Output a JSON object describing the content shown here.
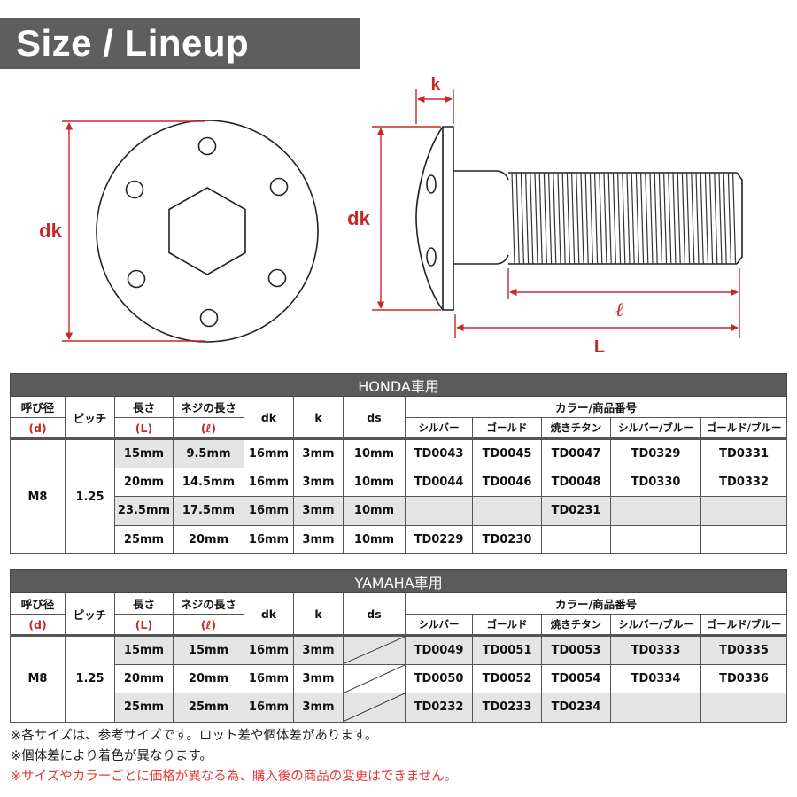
{
  "banner": {
    "title": "Size / Lineup"
  },
  "diagram": {
    "front_label_dk": "dk",
    "side_label_k": "k",
    "side_label_dk": "dk",
    "side_label_ell": "ℓ",
    "side_label_L": "L",
    "dimension_color": "#c62828"
  },
  "tables": [
    {
      "title": "HONDA車用",
      "headers": {
        "nominal": "呼び径",
        "nominal_sub": "(d)",
        "pitch": "ピッチ",
        "length": "長さ",
        "length_sub": "(L)",
        "thread": "ネジの長さ",
        "thread_sub": "(ℓ)",
        "dk": "dk",
        "k": "k",
        "ds": "ds",
        "color_group": "カラー/商品番号",
        "colors": [
          "シルバー",
          "ゴールド",
          "焼きチタン",
          "シルバー/ブルー",
          "ゴールド/ブルー"
        ]
      },
      "nominal": "M8",
      "pitch": "1.25",
      "rows": [
        {
          "length": "15mm",
          "thread": "9.5mm",
          "dk": "16mm",
          "k": "3mm",
          "ds": "10mm",
          "codes": [
            "TD0043",
            "TD0045",
            "TD0047",
            "TD0329",
            "TD0331"
          ]
        },
        {
          "length": "20mm",
          "thread": "14.5mm",
          "dk": "16mm",
          "k": "3mm",
          "ds": "10mm",
          "codes": [
            "TD0044",
            "TD0046",
            "TD0048",
            "TD0330",
            "TD0332"
          ]
        },
        {
          "length": "23.5mm",
          "thread": "17.5mm",
          "dk": "16mm",
          "k": "3mm",
          "ds": "10mm",
          "codes": [
            "",
            "",
            "TD0231",
            "",
            ""
          ]
        },
        {
          "length": "25mm",
          "thread": "20mm",
          "dk": "16mm",
          "k": "3mm",
          "ds": "10mm",
          "codes": [
            "TD0229",
            "TD0230",
            "",
            "",
            ""
          ]
        }
      ]
    },
    {
      "title": "YAMAHA車用",
      "headers": {
        "nominal": "呼び径",
        "nominal_sub": "(d)",
        "pitch": "ピッチ",
        "length": "長さ",
        "length_sub": "(L)",
        "thread": "ネジの長さ",
        "thread_sub": "(ℓ)",
        "dk": "dk",
        "k": "k",
        "ds": "ds",
        "color_group": "カラー/商品番号",
        "colors": [
          "シルバー",
          "ゴールド",
          "焼きチタン",
          "シルバー/ブルー",
          "ゴールド/ブルー"
        ]
      },
      "nominal": "M8",
      "pitch": "1.25",
      "rows": [
        {
          "length": "15mm",
          "thread": "15mm",
          "dk": "16mm",
          "k": "3mm",
          "codes": [
            "TD0049",
            "TD0051",
            "TD0053",
            "TD0333",
            "TD0335"
          ]
        },
        {
          "length": "20mm",
          "thread": "20mm",
          "dk": "16mm",
          "k": "3mm",
          "codes": [
            "TD0050",
            "TD0052",
            "TD0054",
            "TD0334",
            "TD0336"
          ]
        },
        {
          "length": "25mm",
          "thread": "25mm",
          "dk": "16mm",
          "k": "3mm",
          "codes": [
            "TD0232",
            "TD0233",
            "TD0234",
            "",
            ""
          ]
        }
      ]
    }
  ],
  "notes": [
    "※各サイズは、参考サイズです。ロット差や個体差があります。",
    "※個体差により着色が異なります。",
    "※サイズやカラーごとに価格が異なる為、購入後の商品の変更はできません。"
  ]
}
